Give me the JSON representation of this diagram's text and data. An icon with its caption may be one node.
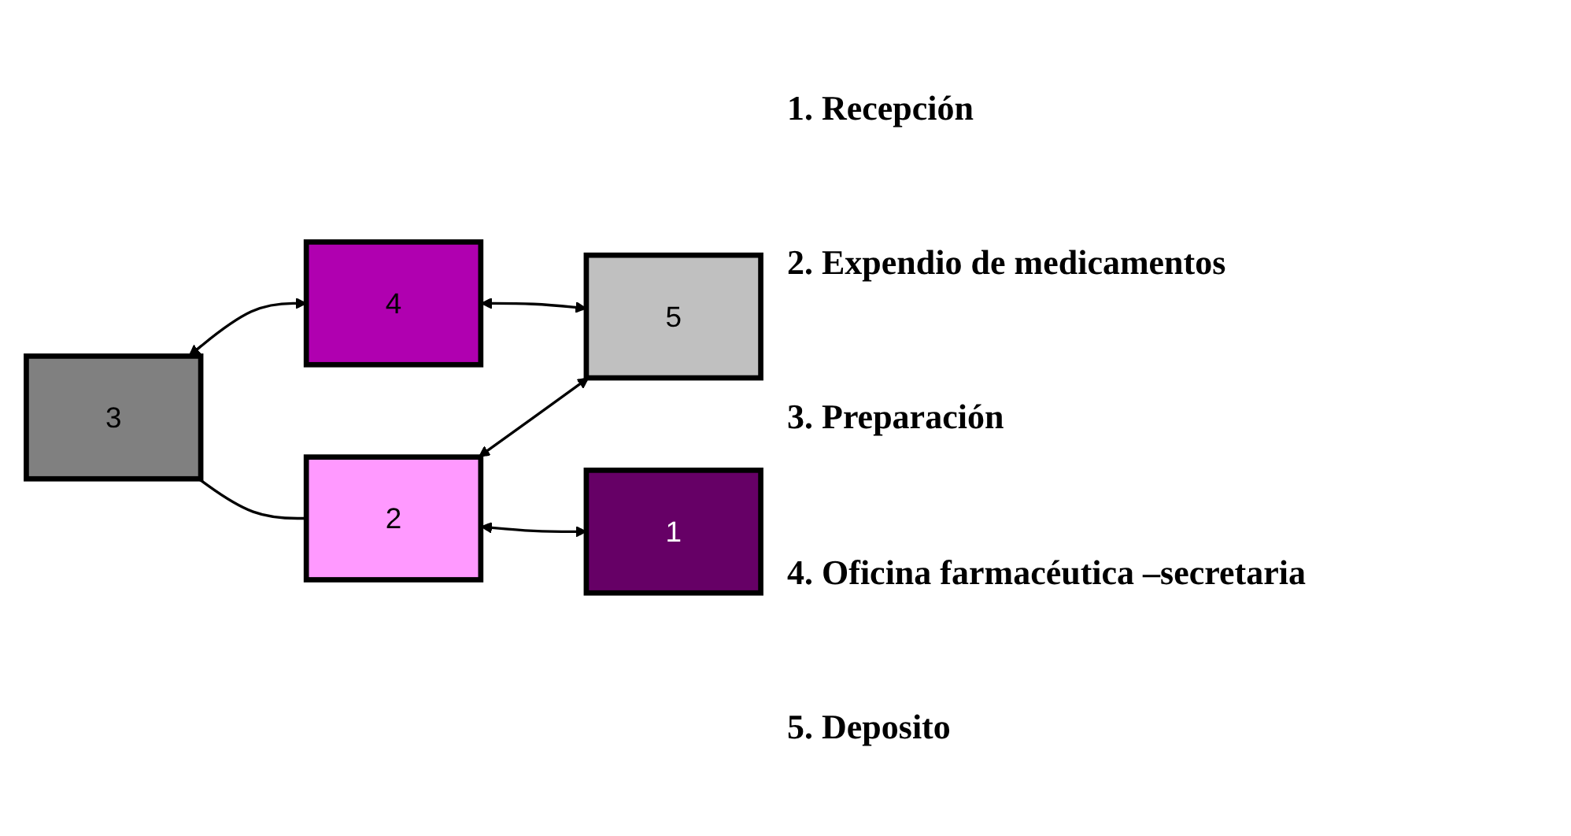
{
  "diagram": {
    "nodes": [
      {
        "text": [
          "3"
        ]
      },
      {
        "text": [
          "4"
        ]
      },
      {
        "text": [
          "2"
        ]
      },
      {
        "text": [
          "5"
        ]
      },
      {
        "text": [
          "1"
        ]
      }
    ],
    "edges": [
      {
        "from": 0,
        "to": 1,
        "arrow": "both"
      },
      {
        "from": 0,
        "to": 2,
        "arrow": "none"
      },
      {
        "from": 1,
        "to": 3,
        "arrow": "both"
      },
      {
        "from": 2,
        "to": 3,
        "arrow": "both"
      },
      {
        "from": 2,
        "to": 4,
        "arrow": "both"
      }
    ],
    "labels": [
      "1. Recepción",
      "2. Expendio de medicamentos",
      "3. Preparación",
      "4. Oficina farmacéutica –secretaria",
      "5. Deposito"
    ]
  }
}
